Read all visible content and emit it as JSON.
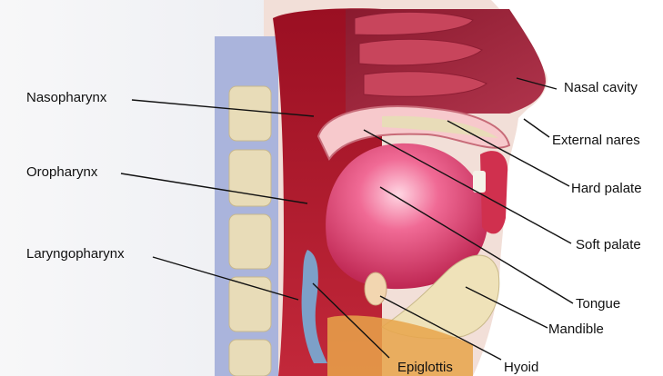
{
  "diagram": {
    "labels": {
      "nasopharynx": "Nasopharynx",
      "oropharynx": "Oropharynx",
      "laryngopharynx": "Laryngopharynx",
      "nasal_cavity": "Nasal cavity",
      "external_nares": "External nares",
      "hard_palate": "Hard palate",
      "soft_palate": "Soft palate",
      "tongue": "Tongue",
      "mandible": "Mandible",
      "epiglottis": "Epiglottis",
      "hyoid": "Hyoid"
    }
  }
}
